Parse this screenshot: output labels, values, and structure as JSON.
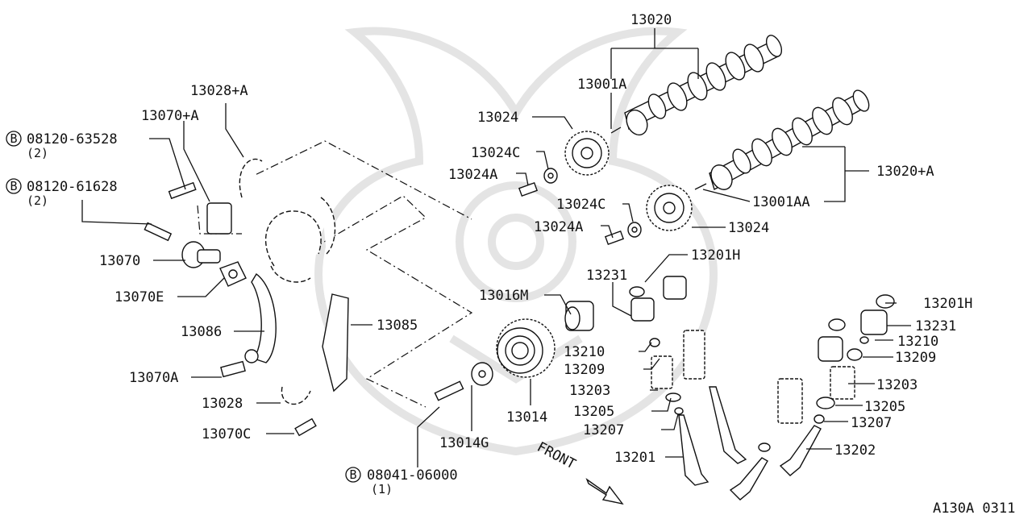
{
  "diagram": {
    "bolt_marker": "B",
    "labels": {
      "l13020": "13020",
      "l13001A": "13001A",
      "l13024_top": "13024",
      "l13024C_top": "13024C",
      "l13024A_top": "13024A",
      "l13020A": "13020+A",
      "l13001AA": "13001AA",
      "l13024C_bot": "13024C",
      "l13024_bot": "13024",
      "l13024A_bot": "13024A",
      "l13201H_a": "13201H",
      "l13231_a": "13231",
      "l13016M": "13016M",
      "l13210_a": "13210",
      "l13209_a": "13209",
      "l13203_a": "13203",
      "l13205_a": "13205",
      "l13207_a": "13207",
      "l13201": "13201",
      "l13014": "13014",
      "l13014G": "13014G",
      "l13201H_b": "13201H",
      "l13231_b": "13231",
      "l13210_b": "13210",
      "l13209_b": "13209",
      "l13203_b": "13203",
      "l13205_b": "13205",
      "l13207_b": "13207",
      "l13202": "13202",
      "l13028A": "13028+A",
      "l13070A_plus": "13070+A",
      "bolt1_num": "08120-63528",
      "bolt1_qty": "(2)",
      "bolt2_num": "08120-61628",
      "bolt2_qty": "(2)",
      "l13070": "13070",
      "l13070E": "13070E",
      "l13086": "13086",
      "l13085": "13085",
      "l13070A": "13070A",
      "l13028": "13028",
      "l13070C": "13070C",
      "bolt3_num": "08041-06000",
      "bolt3_qty": "(1)",
      "front": "FRONT",
      "ref_code": "A130A 0311"
    }
  }
}
